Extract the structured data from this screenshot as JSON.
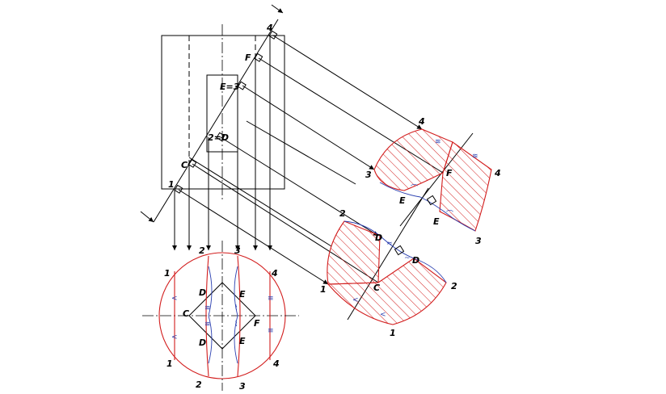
{
  "labels": {
    "top_4": "4",
    "top_F": "F",
    "top_E3": "E=3",
    "top_2D": "2=D",
    "top_C": "C",
    "top_1": "1",
    "circ_1a": "1",
    "circ_1b": "1",
    "circ_2a": "2",
    "circ_2b": "2",
    "circ_3a": "3",
    "circ_3b": "3",
    "circ_4a": "4",
    "circ_4b": "4",
    "circ_C": "C",
    "circ_F": "F",
    "circ_Da": "D",
    "circ_Db": "D",
    "circ_Ea": "E",
    "circ_Eb": "E",
    "low_2": "2",
    "low_1": "1",
    "low_D": "D",
    "low_D2": "D",
    "low_C": "C",
    "low_2b": "2",
    "low_1b": "1",
    "up_4": "4",
    "up_3": "3",
    "up_F": "F",
    "up_E": "E",
    "up_E2": "E",
    "up_4b": "4",
    "up_3b": "3"
  }
}
